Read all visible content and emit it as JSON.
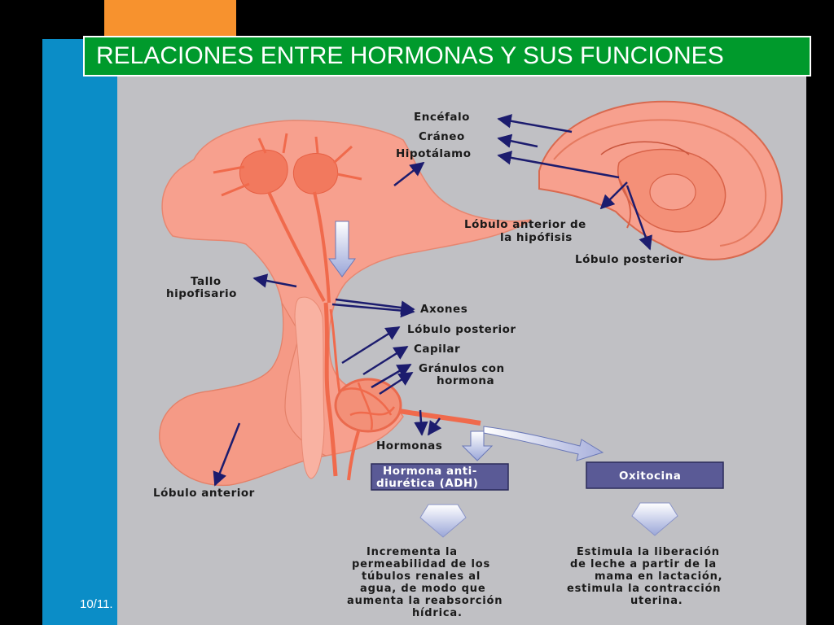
{
  "slide": {
    "title": "RELACIONES ENTRE HORMONAS Y SUS FUNCIONES",
    "date": "10/11."
  },
  "diagram": {
    "labels": {
      "encefalo": "Encéfalo",
      "craneo": "Cráneo",
      "hipotalamo": "Hipotálamo",
      "lobulo_anterior_hipofisis_1": "Lóbulo anterior de",
      "lobulo_anterior_hipofisis_2": "la hipófisis",
      "lobulo_posterior_brain": "Lóbulo posterior",
      "tallo_1": "Tallo",
      "tallo_2": "hipofisario",
      "axones": "Axones",
      "lobulo_posterior": "Lóbulo posterior",
      "capilar": "Capilar",
      "granulos_1": "Gránulos con",
      "granulos_2": "hormona",
      "hormonas": "Hormonas",
      "lobulo_anterior": "Lóbulo anterior"
    },
    "boxes": {
      "adh_1": "Hormona anti-",
      "adh_2": "diurética (ADH)",
      "oxitocina": "Oxitocina"
    },
    "descriptions": {
      "adh": [
        "Incrementa la",
        "permeabilidad de los",
        "túbulos renales al",
        "agua, de modo que",
        "aumenta la reabsorción",
        "hídrica."
      ],
      "oxitocina": [
        "Estimula la liberación",
        "de leche a partir de la",
        "mama en lactación,",
        "estimula la contracción",
        "uterina."
      ]
    },
    "colors": {
      "tissue": "#f7a08e",
      "tissue_dark": "#f06a4c",
      "neuron": "#f2795e",
      "arrow": "#1c1c6e",
      "box": "#5a5a96",
      "panel": "#c0c0c4"
    }
  }
}
